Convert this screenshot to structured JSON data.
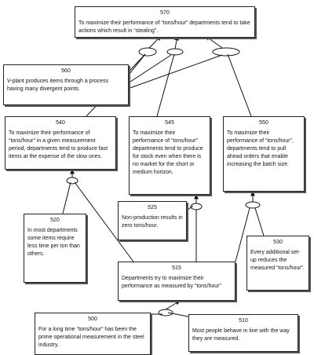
{
  "nodes": {
    "n570": {
      "id": "570",
      "text": "To maximize their performance of “tons/hour” departments tend to take actions which result in “stealing”."
    },
    "n560": {
      "id": "560",
      "text": "V-plant produces items through a process having many divergent points."
    },
    "n540": {
      "id": "540",
      "text": "To maximize their performance of “tons/hour” in a given measurement period, departments tend to produce fast items at the expense of the slow ones."
    },
    "n545": {
      "id": "545",
      "text": "To maximize their performance of “tons/hour” departments tend to produce for stock even when there is no market for the short or medium horizon."
    },
    "n550": {
      "id": "550",
      "text": "To maximize their performance of “tons/hour”, departments tend to pull ahead orders that enable increasing the batch size."
    },
    "n525": {
      "id": "525",
      "text": "Non-production results in zero tons/hour."
    },
    "n520": {
      "id": "520",
      "text": "In most departments some items require less time per ton than others."
    },
    "n530": {
      "id": "530",
      "text": "Every additional set-up reduces the measured “tons/hour”."
    },
    "n515": {
      "id": "515",
      "text": "Departments try to maximize their performance as measured by “tons/hour”"
    },
    "n500": {
      "id": "500",
      "text": "For a long time “tons/hour” has been the prime operational measurement in the steel industry."
    },
    "n510": {
      "id": "510",
      "text": "Most people behave in line with the way they are measured."
    }
  }
}
